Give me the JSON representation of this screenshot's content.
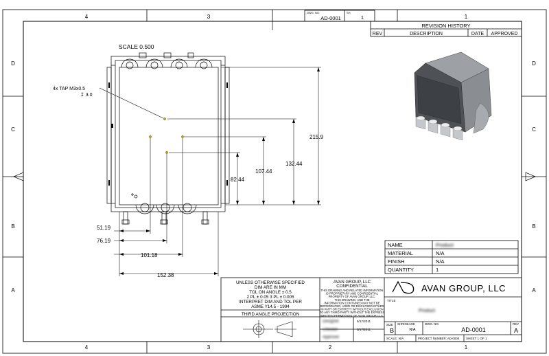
{
  "zones": {
    "cols": [
      "4",
      "3",
      "2",
      "1"
    ],
    "rows": [
      "D",
      "C",
      "B",
      "A"
    ]
  },
  "header": {
    "dwg_no_label": "DWG. NO.",
    "dwg_no": "AD-0001",
    "sh_label": "SH",
    "sh": "1"
  },
  "revision": {
    "title": "REVISION HISTORY",
    "columns": [
      "REV",
      "DESCRIPTION",
      "DATE",
      "APPROVED"
    ]
  },
  "view": {
    "scale": "SCALE  0.500",
    "tap_note_1": "4x TAP M3x0.5",
    "tap_note_2": "↧ 3.0"
  },
  "dims": {
    "h215": "215.9",
    "h132": "132.44",
    "h107": "107.44",
    "h82": "82.44",
    "w51": "51.19",
    "w76": "76.19",
    "w101": "101.18",
    "w152": "152.38"
  },
  "info": {
    "name_label": "NAME",
    "name_value": "Product",
    "material_label": "MATERIAL",
    "material_value": "N/A",
    "finish_label": "FINISH",
    "finish_value": "N/A",
    "quantity_label": "QUANTITY",
    "quantity_value": "1"
  },
  "tolerance": {
    "lines": [
      "UNLESS OTHERWISE SPECIFIED",
      "DIM ARE IN MM",
      "TOL ON ANGLE ± 0.5",
      "2 PL ±   0.05 3 PL  ±     0.005",
      "INTERPRET DIM AND TOL PER",
      "ASME Y14.5 - 1994"
    ],
    "projection": "THIRD ANGLE PROJECTION"
  },
  "confidential": {
    "lines": [
      "AVAN GROUP, LLC",
      "CONFIDENTIAL"
    ],
    "body": [
      "THIS DRAWING AND RELATED INFORMATION",
      "IS PROPRIETARY AND CONFIDENTIAL",
      "PROPERTY OF AVAN GROUP, LLC.",
      "THIS DRAWING, AND THE",
      "INFORMATION CONTAINED MAY NOT BE",
      "REPRODUCED, USED OR DISCLOSED EITHER",
      "IN PART OR ENTIRETY WITHOUT EXCLUSION",
      "TO ANY THIRD PARTY WITHOUT THE EXPRESS",
      "WRITTEN PERMISSION OF AVAN GROUP, LLC."
    ]
  },
  "signatures": {
    "names": [
      "Designer",
      "Checker",
      "Approver"
    ],
    "dates": [
      "5/17/2011",
      "5/17/2011"
    ]
  },
  "title_block": {
    "company": "AVAN GROUP, LLC",
    "title_label": "TITLE",
    "title_value": "Product",
    "size_label": "SIZE",
    "size": "B",
    "shrinkage_label": "SHRINKAGE",
    "shrinkage": "N/A",
    "dwg_no_label": "DWG. NO.",
    "dwg_no": "AD-0001",
    "rev_label": "REV",
    "rev": "A",
    "scale": "SCALE: N/A",
    "project_number": "PROJECT NUMBER: AD-0000",
    "sheet": "SHEET 1 OF 1"
  }
}
